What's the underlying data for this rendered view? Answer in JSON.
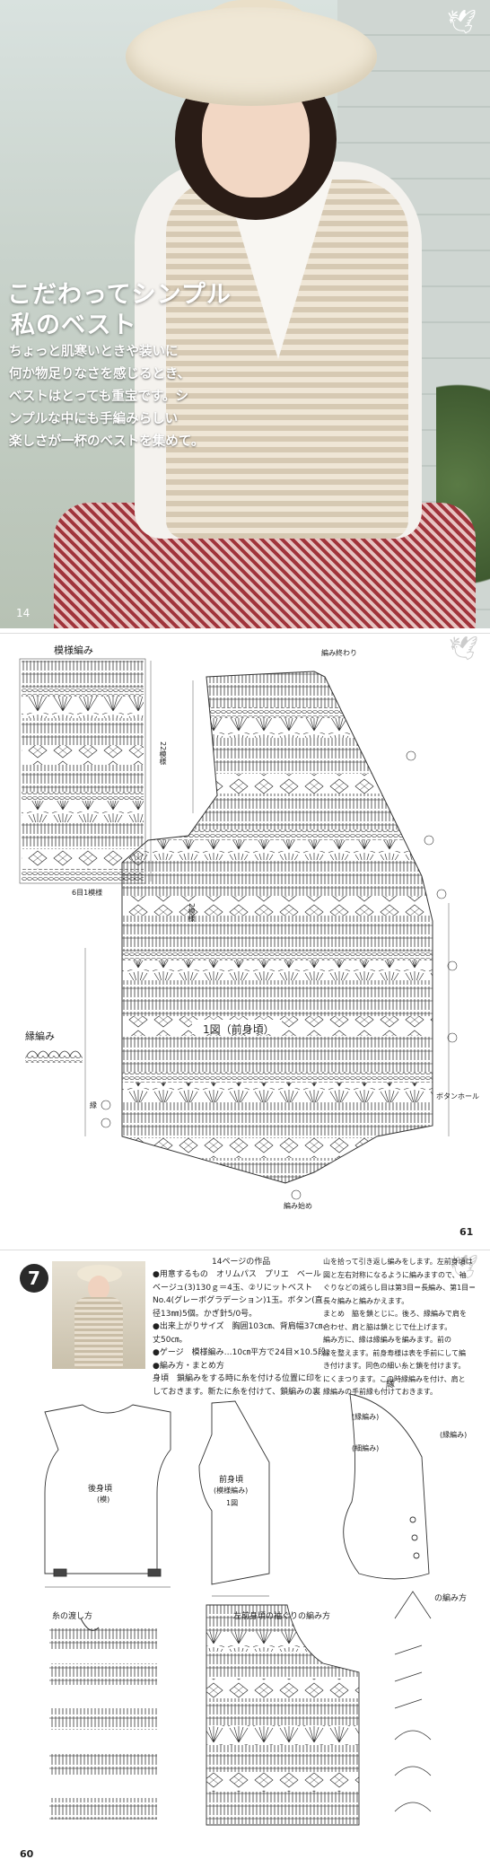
{
  "page1": {
    "title_lines": [
      "こだわってシンプル",
      "私のベスト"
    ],
    "lead_lines": [
      "ちょっと肌寒いときや装いに",
      "何か物足りなさを感じるとき、",
      "ベストはとっても重宝です。シ",
      "ンプルな中にも手編みらしい",
      "楽しさが一杯のベストを集めて。"
    ],
    "page_number": "14"
  },
  "page2": {
    "pattern_title": "模様編み",
    "edge_title": "縁編み",
    "chart_title": "1図（前身頃）",
    "label_edge": "縁",
    "label_buttonhole": "ボタンホール",
    "label_start": "編み始め",
    "label_finish": "編み終わり",
    "label_rows": "22模様",
    "label_rows2": "2模様",
    "label_repeat": "6目1模様",
    "page_number": "61"
  },
  "page3": {
    "number": "7",
    "page_ref": "14ページの作品",
    "left_text": [
      "●用意するもの　オリムパス　プリエ　ベール",
      "ベージュ(3)130ｇ＝4玉、②リにットベスト",
      "No.4(グレーボグラデーション)1玉。ボタン(直",
      "径13㎜)5個。かぎ針5/0号。",
      "●出来上がりサイズ　胸囲103㎝、背肩幅37㎝、",
      "丈50㎝。",
      "●ゲージ　模様編み…10㎝平方で24目×10.5段。",
      "●編み方・まとめ方",
      "身頃　鎖編みをする時に糸を付ける位置に印を",
      "しておきます。新たに糸を付けて、鎖編みの裏"
    ],
    "right_text": [
      "山を拾って引き返し編みをします。左前身頃は",
      "図と左右対称になるように編みますので、袖",
      "ぐりなどの減らし目は第3目＝長編み、第1目＝",
      "長々編みと編みかえます。",
      "まとめ　脇を鎖とじに。後ろ、縁編みで肩を",
      "合わせ、肩と脇は鎖とじで仕上げます。",
      "編み方に、縁は縁編みを編みます。前の",
      "縁を整えます。前身寿様は表を手前にして編",
      "き付けます。同色の細い糸と鎖を付けます。",
      "にくまつります。この時縁編みを付け、肩と",
      "縁編みの手前縁も付けておきます。"
    ],
    "back_label": "後身頃",
    "back_sub": "(模)",
    "front_label": "前身頃",
    "front_sub": "(模様編み)",
    "front_fig": "1図",
    "edge_label": "縁",
    "edge_item1": "(縁編み)",
    "edge_item2": "(細編み)",
    "edge_item3": "(縁編み)",
    "yarn_title": "糸の渡し方",
    "armhole_title": "左前身頃の袖ぐりの編み方",
    "pattern_note": "の編み方",
    "page_number": "60"
  }
}
